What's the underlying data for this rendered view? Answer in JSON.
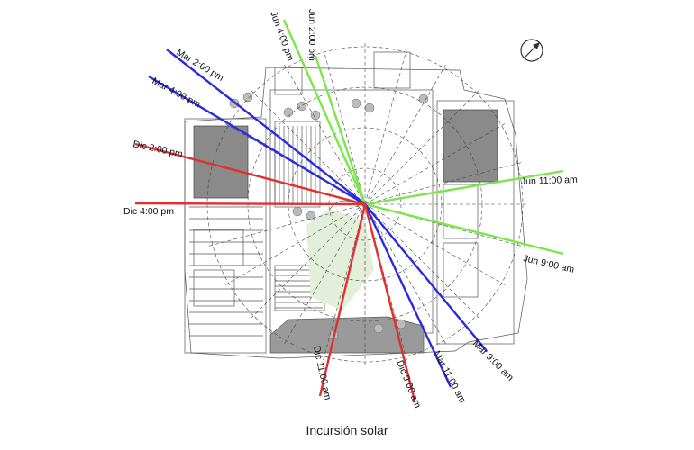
{
  "caption": "Incursión solar",
  "sun_rays": [
    {
      "label": "Jun 2:00 pm",
      "color": "#7be64a"
    },
    {
      "label": "Jun 4:00 pm",
      "color": "#7be64a"
    },
    {
      "label": "Jun 11:00  am",
      "color": "#7be64a"
    },
    {
      "label": "Jun 9:00 am",
      "color": "#7be64a"
    },
    {
      "label": "Mar 2:00 pm",
      "color": "#2a2ae0"
    },
    {
      "label": "Mar 4:00 pm",
      "color": "#2a2ae0"
    },
    {
      "label": "Mar 9:00 am",
      "color": "#2a2ae0"
    },
    {
      "label": "Mar 11:00 am",
      "color": "#2a2ae0"
    },
    {
      "label": "Dic 2:00 pm",
      "color": "#e03030"
    },
    {
      "label": "Dic 4:00  pm",
      "color": "#e03030"
    },
    {
      "label": "Dic 11:00 am",
      "color": "#e03030"
    },
    {
      "label": "Dic 9:00 am",
      "color": "#e03030"
    }
  ],
  "north_icon": "north-arrow-icon"
}
